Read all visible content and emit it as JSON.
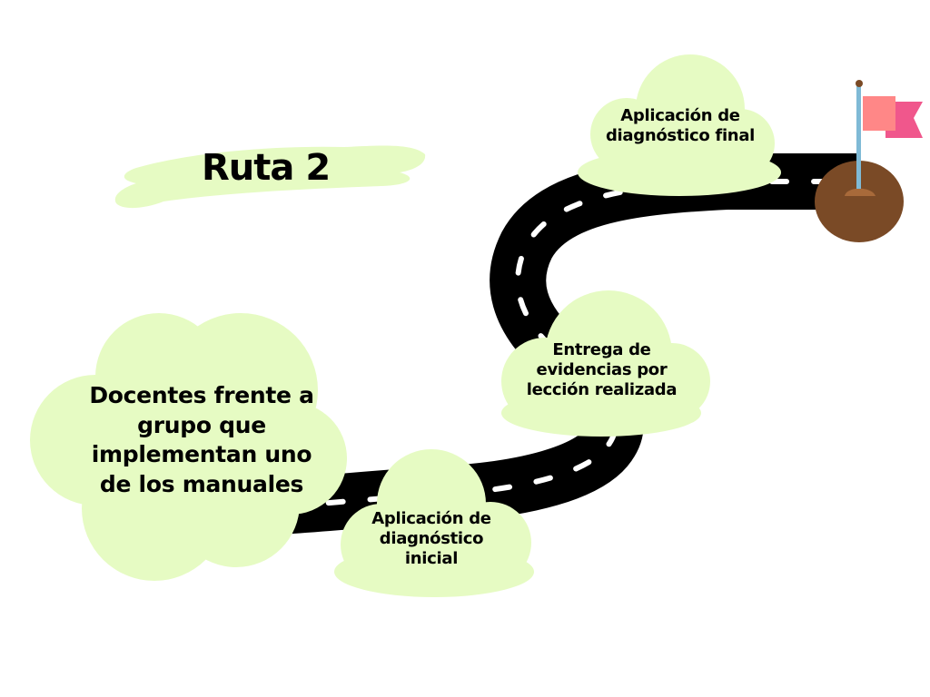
{
  "title": "Ruta 2",
  "colors": {
    "cloud": "#e6fbc3",
    "road": "#000000",
    "dash": "#ffffff",
    "mound": "#7a4a26",
    "mound_hole": "#a86a3a",
    "flag_front": "#ff8787",
    "flag_back": "#f0578c",
    "pole": "#7fbad6",
    "text": "#000000"
  },
  "steps": [
    {
      "id": "start",
      "label": "Docentes frente a grupo que implementan uno de los manuales"
    },
    {
      "id": "step1",
      "label": "Aplicación de diagnóstico inicial"
    },
    {
      "id": "step2",
      "label": "Entrega de evidencias por lección realizada"
    },
    {
      "id": "step3",
      "label": "Aplicación de diagnóstico final"
    }
  ],
  "icons": [
    "road-icon",
    "flag-icon",
    "dirt-mound-icon"
  ]
}
